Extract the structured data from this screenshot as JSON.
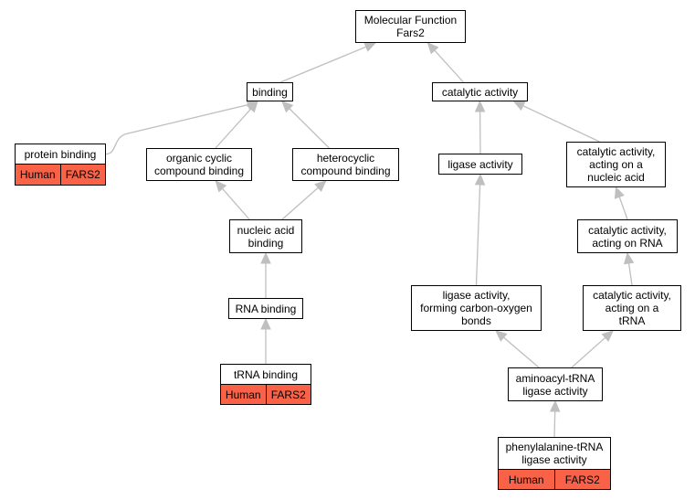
{
  "colors": {
    "edge": "#bfbfbf",
    "annotation_fill": "#fa6248",
    "node_border": "#000000"
  },
  "nodes": {
    "root": {
      "lines": [
        "Molecular Function",
        "Fars2"
      ]
    },
    "binding": {
      "lines": [
        "binding"
      ]
    },
    "catalytic": {
      "lines": [
        "catalytic activity"
      ]
    },
    "protein_binding": {
      "lines": [
        "protein binding"
      ]
    },
    "organic_cyclic": {
      "lines": [
        "organic cyclic",
        "compound binding"
      ]
    },
    "heterocyclic": {
      "lines": [
        "heterocyclic",
        "compound binding"
      ]
    },
    "ligase": {
      "lines": [
        "ligase activity"
      ]
    },
    "cat_nucleic": {
      "lines": [
        "catalytic activity,",
        "acting on a",
        "nucleic acid"
      ]
    },
    "nucleic_acid_binding": {
      "lines": [
        "nucleic acid",
        "binding"
      ]
    },
    "cat_rna": {
      "lines": [
        "catalytic activity,",
        "acting on RNA"
      ]
    },
    "rna_binding": {
      "lines": [
        "RNA binding"
      ]
    },
    "ligase_co": {
      "lines": [
        "ligase activity,",
        "forming carbon-oxygen",
        "bonds"
      ]
    },
    "cat_trna": {
      "lines": [
        "catalytic activity,",
        "acting on a",
        "tRNA"
      ]
    },
    "trna_binding": {
      "lines": [
        "tRNA binding"
      ]
    },
    "aminoacyl": {
      "lines": [
        "aminoacyl-tRNA",
        "ligase activity"
      ]
    },
    "phe_trna": {
      "lines": [
        "phenylalanine-tRNA",
        "ligase activity"
      ]
    }
  },
  "annotations": {
    "protein_binding": {
      "species": "Human",
      "gene": "FARS2"
    },
    "trna_binding": {
      "species": "Human",
      "gene": "FARS2"
    },
    "phe_trna": {
      "species": "Human",
      "gene": "FARS2"
    }
  },
  "edges": [
    {
      "from": "binding",
      "to": "root"
    },
    {
      "from": "catalytic",
      "to": "root"
    },
    {
      "from": "protein_binding",
      "to": "binding"
    },
    {
      "from": "organic_cyclic",
      "to": "binding"
    },
    {
      "from": "heterocyclic",
      "to": "binding"
    },
    {
      "from": "ligase",
      "to": "catalytic"
    },
    {
      "from": "cat_nucleic",
      "to": "catalytic"
    },
    {
      "from": "nucleic_acid_binding",
      "to": "organic_cyclic"
    },
    {
      "from": "nucleic_acid_binding",
      "to": "heterocyclic"
    },
    {
      "from": "cat_rna",
      "to": "cat_nucleic"
    },
    {
      "from": "rna_binding",
      "to": "nucleic_acid_binding"
    },
    {
      "from": "ligase_co",
      "to": "ligase"
    },
    {
      "from": "cat_trna",
      "to": "cat_rna"
    },
    {
      "from": "trna_binding",
      "to": "rna_binding"
    },
    {
      "from": "aminoacyl",
      "to": "ligase_co"
    },
    {
      "from": "aminoacyl",
      "to": "cat_trna"
    },
    {
      "from": "phe_trna",
      "to": "aminoacyl"
    }
  ]
}
